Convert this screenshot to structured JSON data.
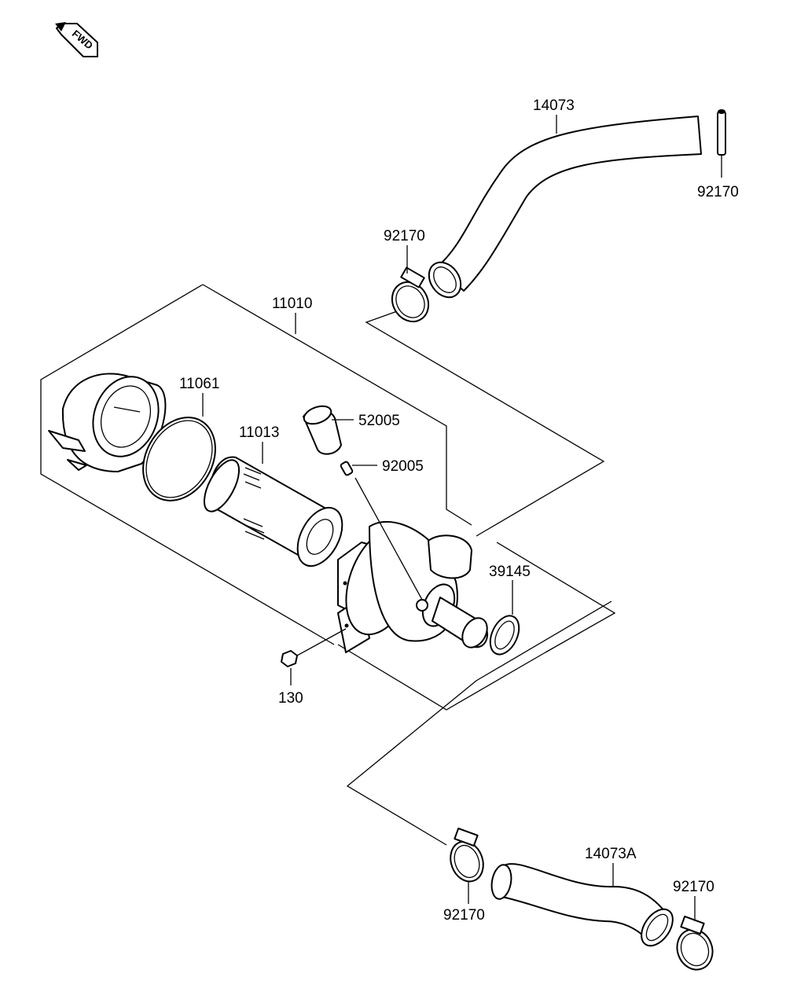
{
  "fwd_label": "FWD",
  "parts": {
    "hose_upper": "14073",
    "clamp_pin_upper": "92170",
    "clamp_upper": "92170",
    "air_cleaner_assy": "11010",
    "gasket": "11061",
    "element": "11013",
    "cap": "52005",
    "fitting": "92005",
    "rubber_seal": "39145",
    "bolt": "130",
    "hose_lower": "14073A",
    "clamp_lower_left": "92170",
    "clamp_lower_right": "92170"
  }
}
